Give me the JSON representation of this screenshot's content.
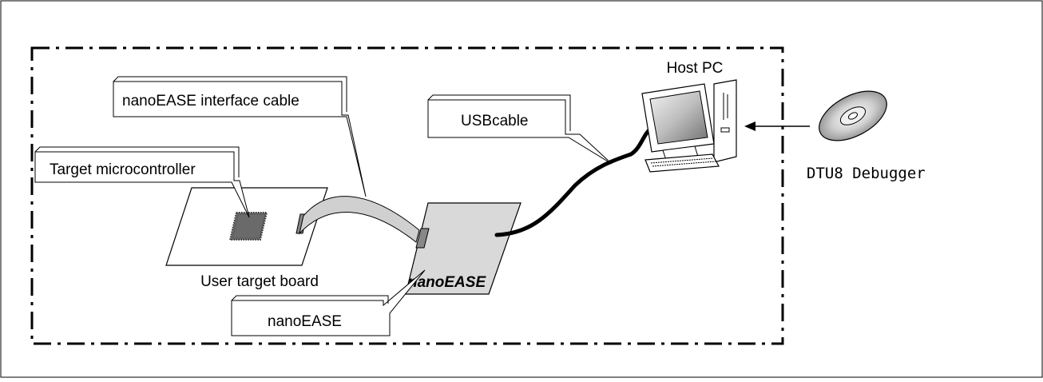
{
  "diagram": {
    "labels": {
      "host_pc": "Host PC",
      "usb_cable": "USBcable",
      "interface_cable": "nanoEASE interface cable",
      "target_microcontroller": "Target microcontroller",
      "user_target_board": "User target board",
      "nanoease_callout": "nanoEASE",
      "nanoease_device": "nanoEASE",
      "debugger": "DTU8 Debugger"
    },
    "icons": [
      "monitor-icon",
      "cd-disc-icon",
      "keyboard-icon",
      "chip-icon"
    ],
    "colors": {
      "border": "#000000",
      "nanoease_board": "#d9d9d9",
      "cable": "#cccccc",
      "chip": "#777777",
      "screen": "#707070"
    }
  }
}
